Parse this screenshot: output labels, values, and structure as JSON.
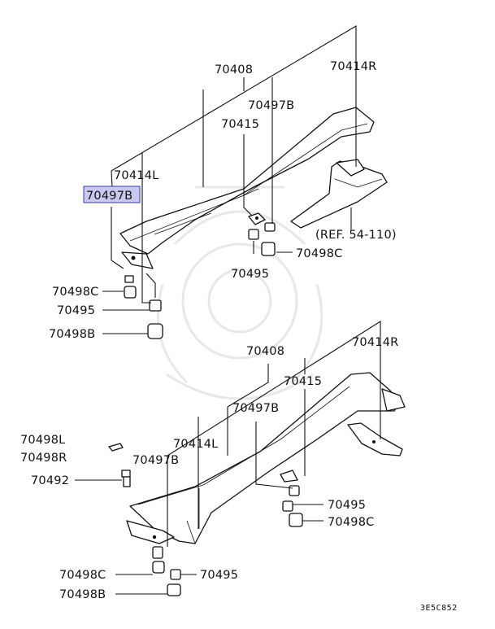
{
  "labels": {
    "top_70408": "70408",
    "top_70414R": "70414R",
    "top_70497B": "70497B",
    "top_70415": "70415",
    "top_70414L": "70414L",
    "top_70497B_highlight": "70497B",
    "top_ref": "(REF. 54-110)",
    "top_70495_right": "70495",
    "top_70498C_right": "70498C",
    "top_70498C_left": "70498C",
    "top_70495_left": "70495",
    "top_70498B_left": "70498B",
    "bot_70408": "70408",
    "bot_70414R": "70414R",
    "bot_70415": "70415",
    "bot_70497B_mid": "70497B",
    "bot_70414L": "70414L",
    "bot_70498L": "70498L",
    "bot_70498R": "70498R",
    "bot_70497B_left": "70497B",
    "bot_70492": "70492",
    "bot_70495_right": "70495",
    "bot_70498C_right": "70498C",
    "bot_70498C_left": "70498C",
    "bot_70495_left": "70495",
    "bot_70498B_left": "70498B"
  },
  "diagram_code": "3E5C852",
  "highlight_color": "#c9c9f0"
}
